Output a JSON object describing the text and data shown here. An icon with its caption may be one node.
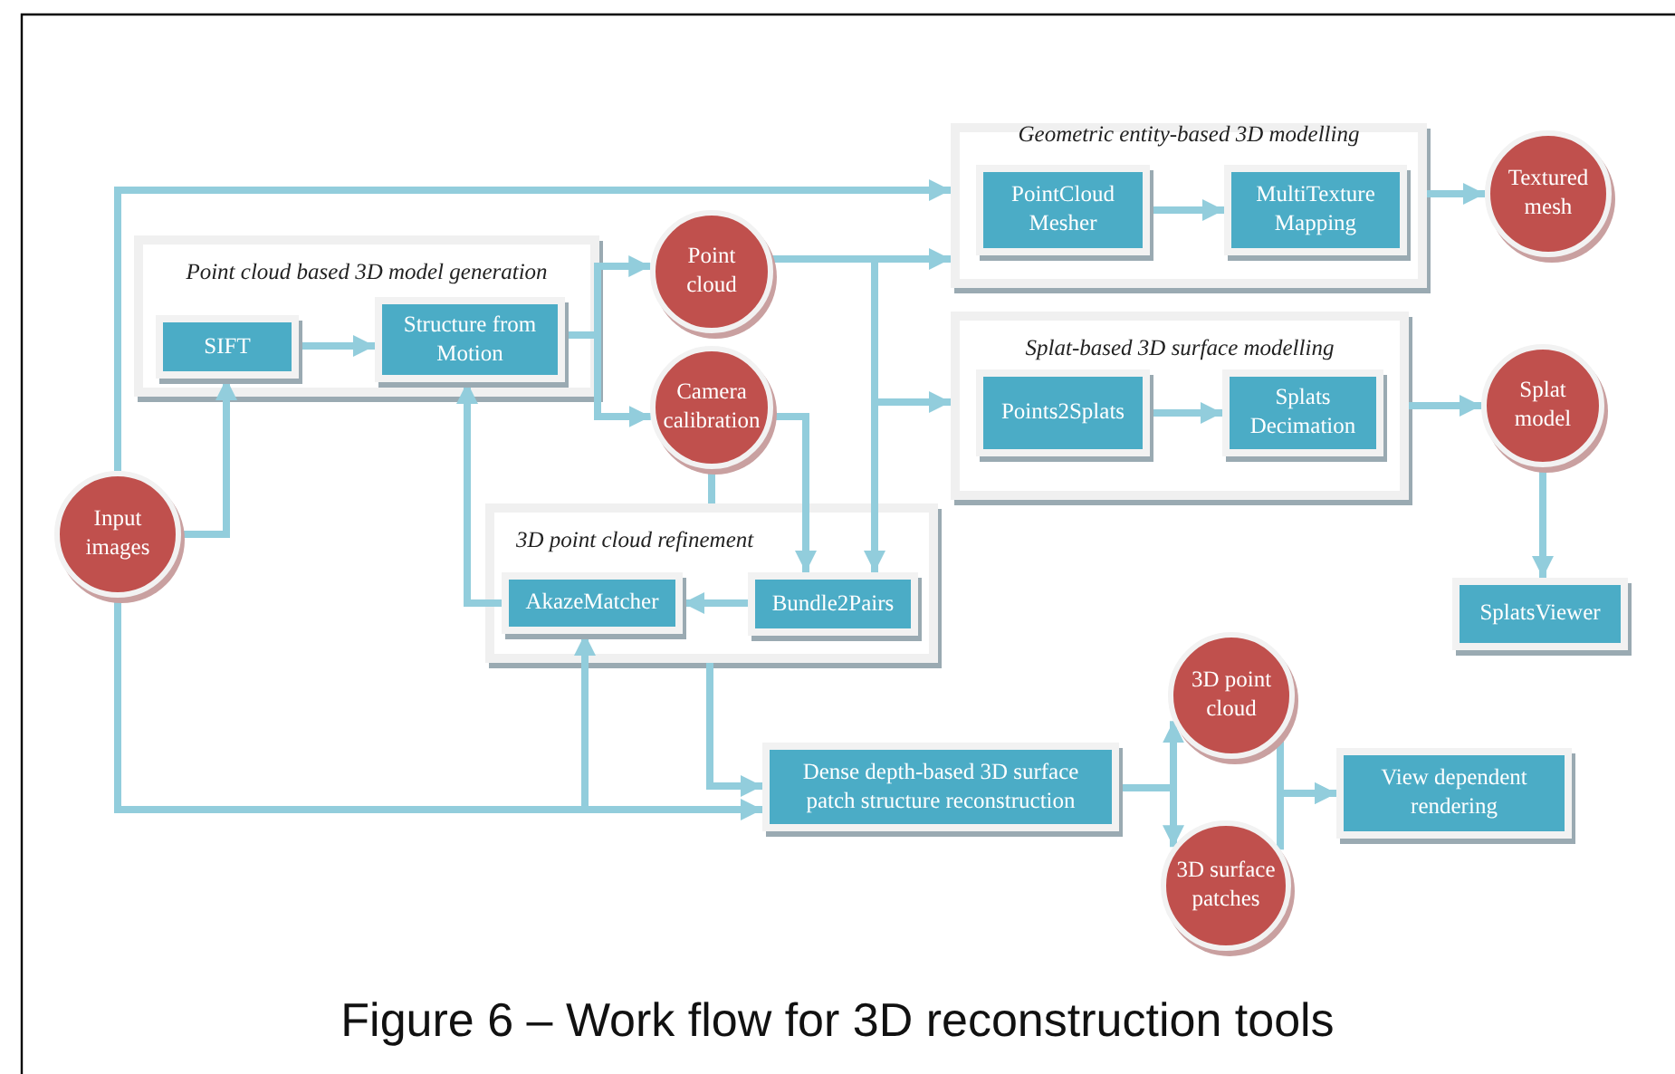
{
  "diagram": {
    "caption": "Figure 6 – Work flow for 3D reconstruction tools",
    "nodes": [
      {
        "text": [
          "Point cloud based 3D model generation"
        ]
      },
      {
        "text": [
          "SIFT"
        ],
        "in": 0
      },
      {
        "text": [
          "Structure from Motion"
        ],
        "in": 0
      },
      {
        "text": [
          "Input images"
        ]
      },
      {
        "text": [
          "Point cloud"
        ]
      },
      {
        "text": [
          "Camera calibration"
        ]
      },
      {
        "text": [
          "Geometric entity-based 3D modelling"
        ]
      },
      {
        "text": [
          "PointCloud Mesher"
        ],
        "in": 6
      },
      {
        "text": [
          "MultiTexture Mapping"
        ],
        "in": 6
      },
      {
        "text": [
          "Textured mesh"
        ]
      },
      {
        "text": [
          "Splat-based 3D surface modelling"
        ]
      },
      {
        "text": [
          "Points2Splats"
        ],
        "in": 10
      },
      {
        "text": [
          "Splats Decimation"
        ],
        "in": 10
      },
      {
        "text": [
          "Splat model"
        ]
      },
      {
        "text": [
          "SplatsViewer"
        ]
      },
      {
        "text": [
          "3D point cloud refinement"
        ]
      },
      {
        "text": [
          "AkazeMatcher"
        ],
        "in": 15
      },
      {
        "text": [
          "Bundle2Pairs"
        ],
        "in": 15
      },
      {
        "text": [
          "Dense depth-based 3D surface patch structure reconstruction"
        ]
      },
      {
        "text": [
          "3D point cloud"
        ]
      },
      {
        "text": [
          "3D surface patches"
        ]
      },
      {
        "text": [
          "View dependent rendering"
        ]
      }
    ],
    "edges": [
      {
        "from": 3,
        "to": 1,
        "arrow": "to"
      },
      {
        "from": 3,
        "to": 6,
        "arrow": "to"
      },
      {
        "from": 1,
        "to": 2,
        "arrow": "to"
      },
      {
        "from": 2,
        "to": 4,
        "arrow": "to"
      },
      {
        "from": 2,
        "to": 5,
        "arrow": "to"
      },
      {
        "from": 4,
        "to": 6,
        "arrow": "to"
      },
      {
        "from": 4,
        "to": 10,
        "arrow": "to"
      },
      {
        "from": 4,
        "to": 17,
        "arrow": "to"
      },
      {
        "from": 5,
        "to": 17,
        "arrow": "to"
      },
      {
        "from": 5,
        "to": 15,
        "arrow": "none"
      },
      {
        "from": 17,
        "to": 16,
        "arrow": "to"
      },
      {
        "from": 16,
        "to": 2,
        "arrow": "to"
      },
      {
        "from": 3,
        "to": 16,
        "arrow": "to"
      },
      {
        "from": 3,
        "to": 18,
        "arrow": "to"
      },
      {
        "from": 15,
        "to": 18,
        "arrow": "to"
      },
      {
        "from": 7,
        "to": 8,
        "arrow": "to"
      },
      {
        "from": 6,
        "to": 9,
        "arrow": "to"
      },
      {
        "from": 11,
        "to": 12,
        "arrow": "to"
      },
      {
        "from": 10,
        "to": 13,
        "arrow": "to"
      },
      {
        "from": 13,
        "to": 14,
        "arrow": "to"
      },
      {
        "from": 18,
        "to": 19,
        "arrow": "to"
      },
      {
        "from": 18,
        "to": 20,
        "arrow": "to"
      },
      {
        "from": 19,
        "to": 21,
        "arrow": "to"
      },
      {
        "from": 20,
        "to": 21,
        "arrow": "to"
      }
    ]
  }
}
